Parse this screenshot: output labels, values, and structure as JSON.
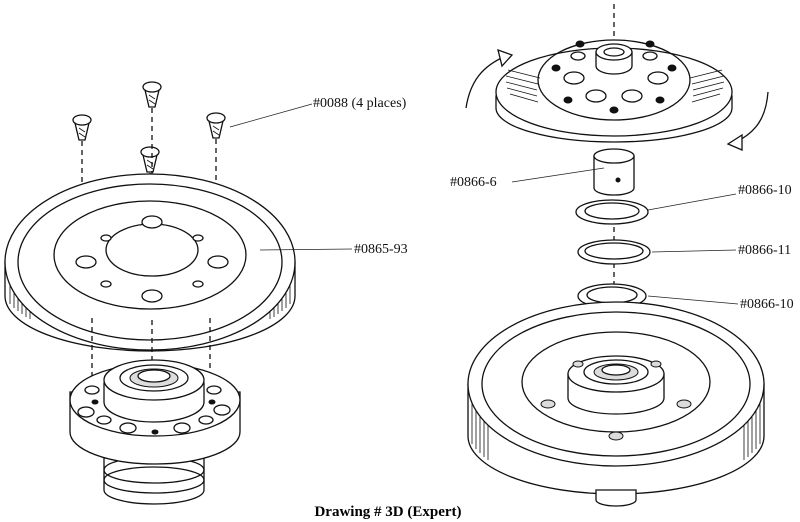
{
  "caption": "Drawing # 3D (Expert)",
  "labels": {
    "screws": "#0088 (4 places)",
    "wheel": "#0865-93",
    "shaft": "#0866-6",
    "washer_top": "#0866-10",
    "washer_mid": "#0866-11",
    "washer_bottom": "#0866-10"
  }
}
